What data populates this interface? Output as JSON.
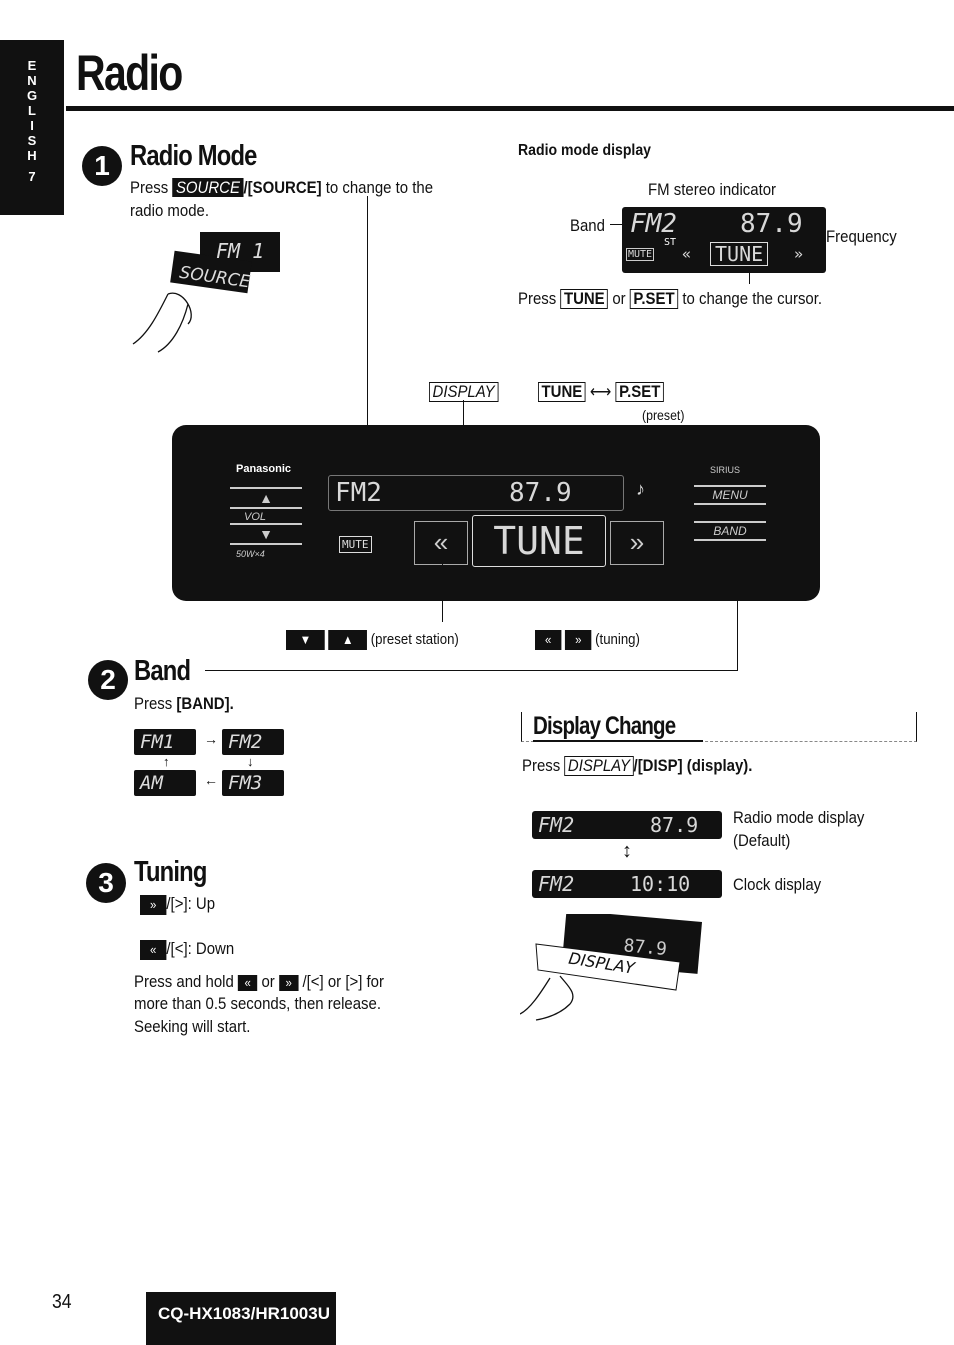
{
  "sidebar": {
    "letters": [
      "E",
      "N",
      "G",
      "L",
      "I",
      "S",
      "H"
    ],
    "number": "7"
  },
  "page_title": "Radio",
  "radio_mode": {
    "number": "1",
    "heading": "Radio Mode",
    "press": "Press",
    "source_key": "SOURCE",
    "source_button": "/[SOURCE]",
    "text_a": " to change to the",
    "text_b": "radio mode.",
    "illus_lcd": "FM 1",
    "illus_button": "SOURCE"
  },
  "mode_display": {
    "heading": "Radio mode display",
    "fm_stereo": "FM stereo indicator",
    "band_label": "Band",
    "frequency_label": "Frequency",
    "lcd_band": "FM2",
    "lcd_freq": "87.9",
    "lcd_mute": "MUTE",
    "lcd_st": "ST",
    "lcd_tune": "TUNE",
    "cursor_press": "Press",
    "cursor_tune": "TUNE",
    "cursor_or": "or",
    "cursor_pset": "P.SET",
    "cursor_rest": "to change the cursor."
  },
  "device": {
    "display_key": "DISPLAY",
    "tune_key": "TUNE",
    "pset_key": "P.SET",
    "preset_label": "(preset)",
    "brand": "Panasonic",
    "vol": "VOL",
    "power": "50W×4",
    "lcd_band": "FM2",
    "lcd_freq": "87.9",
    "lcd_tune": "TUNE",
    "mute": "MUTE",
    "sirius": "SIRIUS",
    "menu": "MENU",
    "band": "BAND",
    "preset_station": "(preset station)",
    "tuning": "(tuning)"
  },
  "band": {
    "number": "2",
    "heading": "Band",
    "press": "Press ",
    "key": "[BAND].",
    "chips": [
      "FM1",
      "FM2",
      "AM",
      "FM3"
    ]
  },
  "display_change": {
    "heading": "Display Change",
    "press": "Press ",
    "key": "DISPLAY",
    "rest": "/[DISP] (display).",
    "radio_lcd_band": "FM2",
    "radio_lcd_freq": "87.9",
    "radio_label_1": "Radio mode display",
    "radio_label_2": "(Default)",
    "clock_lcd_band": "FM2",
    "clock_lcd_time": "10:10",
    "clock_label": "Clock display",
    "illus_lcd": "87.9",
    "illus_button": "DISPLAY"
  },
  "tuning": {
    "number": "3",
    "heading": "Tuning",
    "up": "/[>]: Up",
    "down": "/[<]: Down",
    "line1_a": "Press and hold",
    "line1_or": "or",
    "line1_b": "/[<] or [>] for",
    "line2": "more than 0.5 seconds, then release.",
    "line3": "Seeking will start."
  },
  "footer": {
    "page_number": "34",
    "model": "CQ-HX1083/HR1003U"
  }
}
